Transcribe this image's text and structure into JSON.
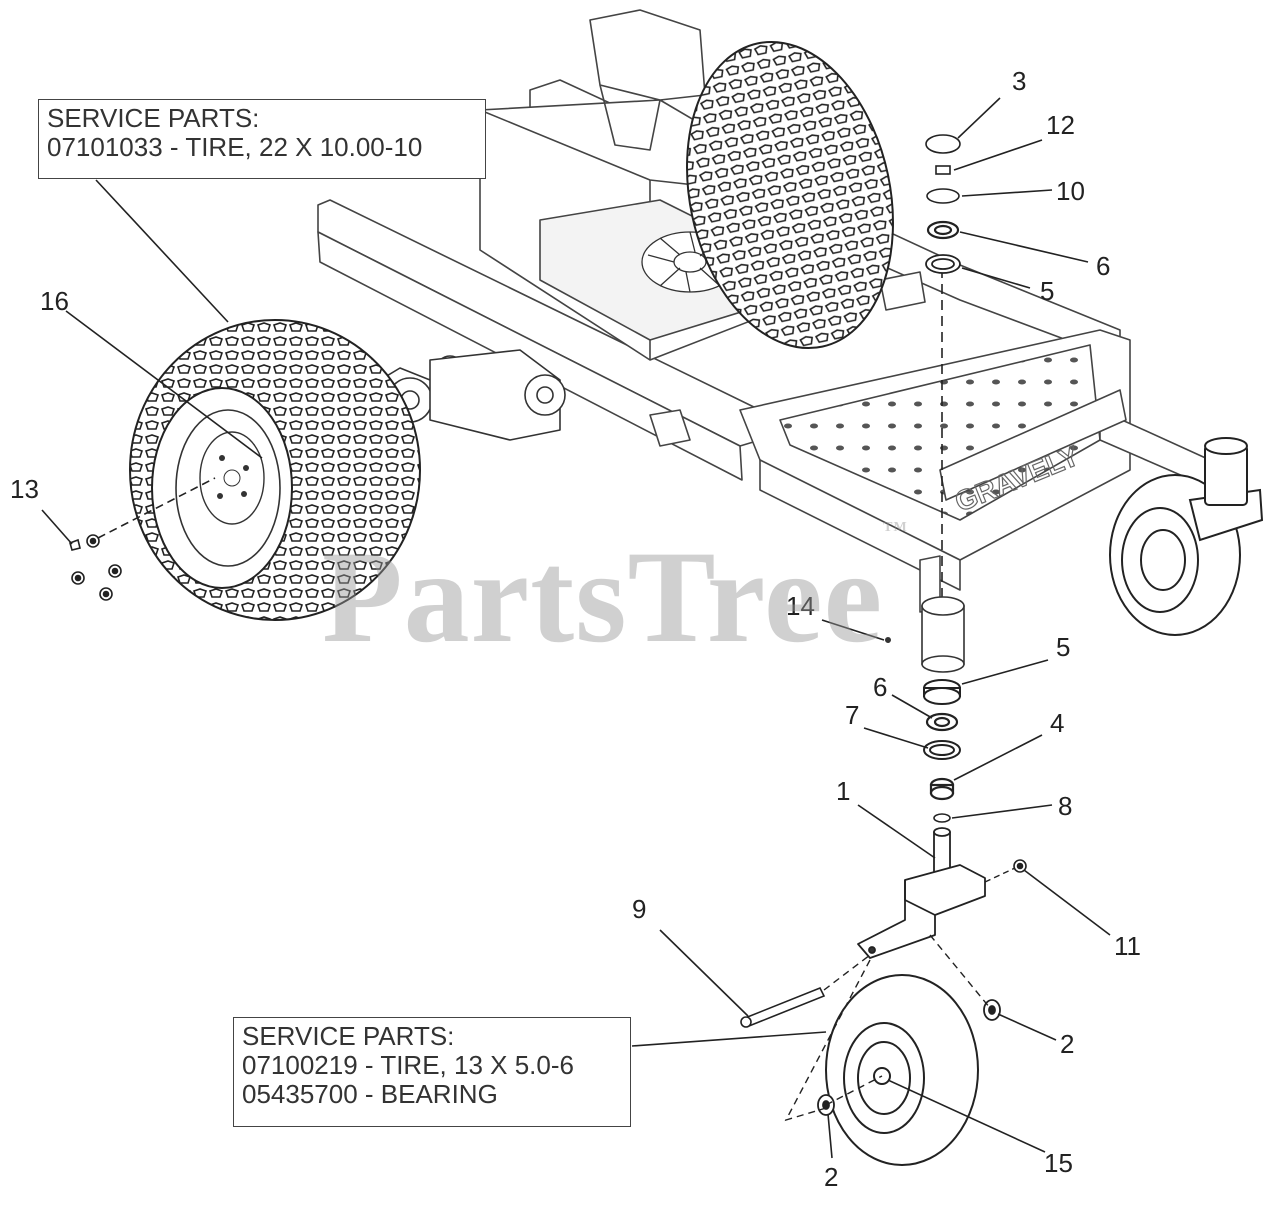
{
  "diagram": {
    "watermark": "PartsTree",
    "watermark_mark": "TM",
    "brand_decal": "GRAVELY",
    "service_box_rear": {
      "heading": "SERVICE PARTS:",
      "lines": [
        "07101033 - TIRE, 22 X 10.00-10"
      ]
    },
    "service_box_front": {
      "heading": "SERVICE PARTS:",
      "lines": [
        "07100219 - TIRE, 13 X 5.0-6",
        "05435700 - BEARING"
      ]
    },
    "callouts": {
      "c3": "3",
      "c12": "12",
      "c10": "10",
      "c6_top": "6",
      "c5_top": "5",
      "c16": "16",
      "c13": "13",
      "c14": "14",
      "c5_low": "5",
      "c6_low": "6",
      "c7": "7",
      "c4": "4",
      "c1": "1",
      "c8": "8",
      "c9": "9",
      "c11": "11",
      "c2_right": "2",
      "c2_bottom": "2",
      "c15": "15"
    }
  }
}
